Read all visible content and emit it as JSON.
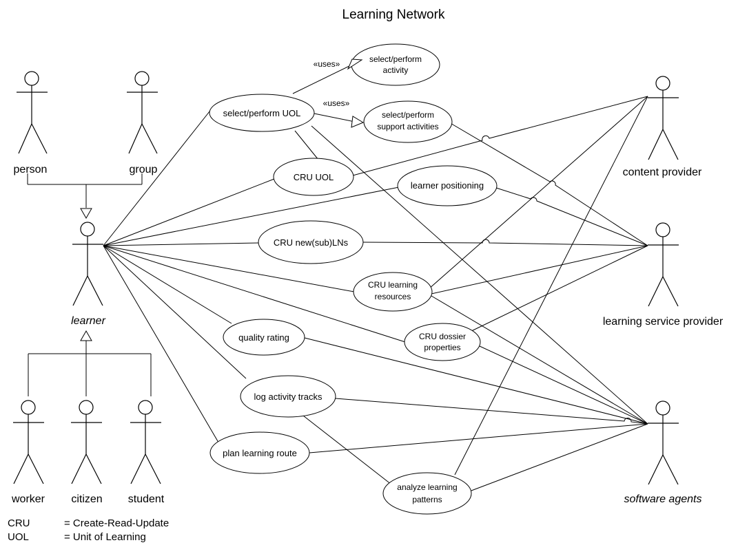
{
  "title": "Learning Network",
  "actors": {
    "person": "person",
    "group": "group",
    "learner": "learner",
    "worker": "worker",
    "citizen": "citizen",
    "student": "student",
    "content_provider": "content provider",
    "learning_service_provider": "learning service provider",
    "software_agents": "software agents"
  },
  "use_cases": {
    "select_perform_uol": [
      "select/perform UOL"
    ],
    "select_perform_activity": [
      "select/perform",
      "activity"
    ],
    "select_perform_support": [
      "select/perform",
      "support activities"
    ],
    "cru_uol": [
      "CRU UOL"
    ],
    "learner_positioning": [
      "learner positioning"
    ],
    "cru_new_sub_lns": [
      "CRU new(sub)LNs"
    ],
    "cru_learning_resources": [
      "CRU learning",
      "resources"
    ],
    "cru_dossier_properties": [
      "CRU dossier",
      "properties"
    ],
    "quality_rating": [
      "quality rating"
    ],
    "log_activity_tracks": [
      "log activity tracks"
    ],
    "plan_learning_route": [
      "plan learning route"
    ],
    "analyze_learning_patterns": [
      "analyze learning",
      "patterns"
    ]
  },
  "stereotypes": {
    "uses_1": "«uses»",
    "uses_2": "«uses»"
  },
  "legend": [
    {
      "abbr": "CRU",
      "meaning": "= Create-Read-Update"
    },
    {
      "abbr": "UOL",
      "meaning": "= Unit of Learning"
    }
  ]
}
